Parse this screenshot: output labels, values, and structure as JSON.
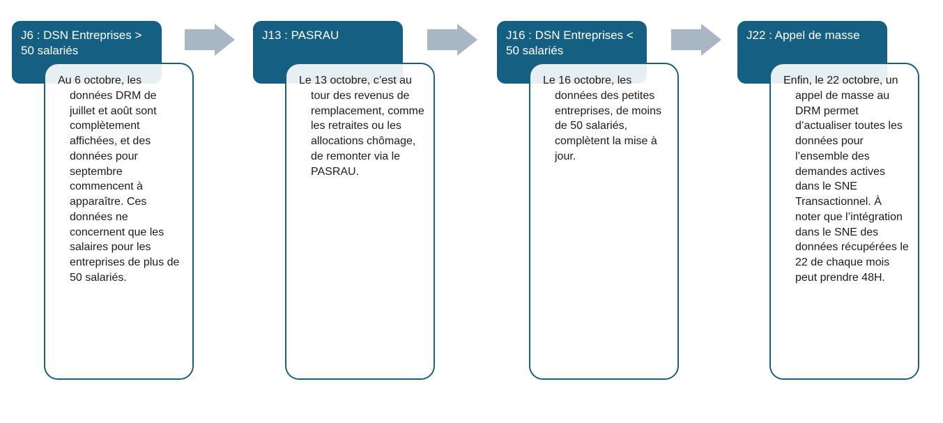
{
  "diagram": {
    "type": "process-flow",
    "direction": "left-to-right",
    "colors": {
      "header_background": "#156082",
      "header_text": "#FFFFFF",
      "body_background": "#FFFFFF",
      "body_overlap_tint": "#E8EEF3",
      "body_border": "#1A5F7E",
      "arrow": "#A9B6C3",
      "body_text": "#1B1B1B"
    },
    "steps": [
      {
        "id": "j6",
        "header": "J6 : DSN Entreprises > 50 salariés",
        "body": "Au 6 octobre, les données DRM de juillet et août sont complètement affichées, et des données pour septembre commencent à apparaître. Ces données ne concernent que les salaires pour les entreprises de plus de 50 salariés."
      },
      {
        "id": "j13",
        "header": "J13 : PASRAU",
        "body": "Le 13 octobre, c’est au tour des revenus de remplacement, comme les retraites ou les allocations chômage, de remonter via le PASRAU."
      },
      {
        "id": "j16",
        "header": "J16 : DSN Entreprises < 50 salariés",
        "body": "Le 16 octobre, les données des petites entreprises, de moins de 50 salariés, complètent la mise à jour."
      },
      {
        "id": "j22",
        "header": "J22 : Appel de masse",
        "body": "Enfin, le 22 octobre, un appel de masse au DRM permet d’actualiser toutes les données pour l’ensemble des demandes actives dans le SNE Transactionnel. À noter que l’intégration dans le SNE des données récupérées le 22 de chaque mois peut prendre 48H."
      }
    ],
    "arrow_icon": "block-arrow-right"
  }
}
